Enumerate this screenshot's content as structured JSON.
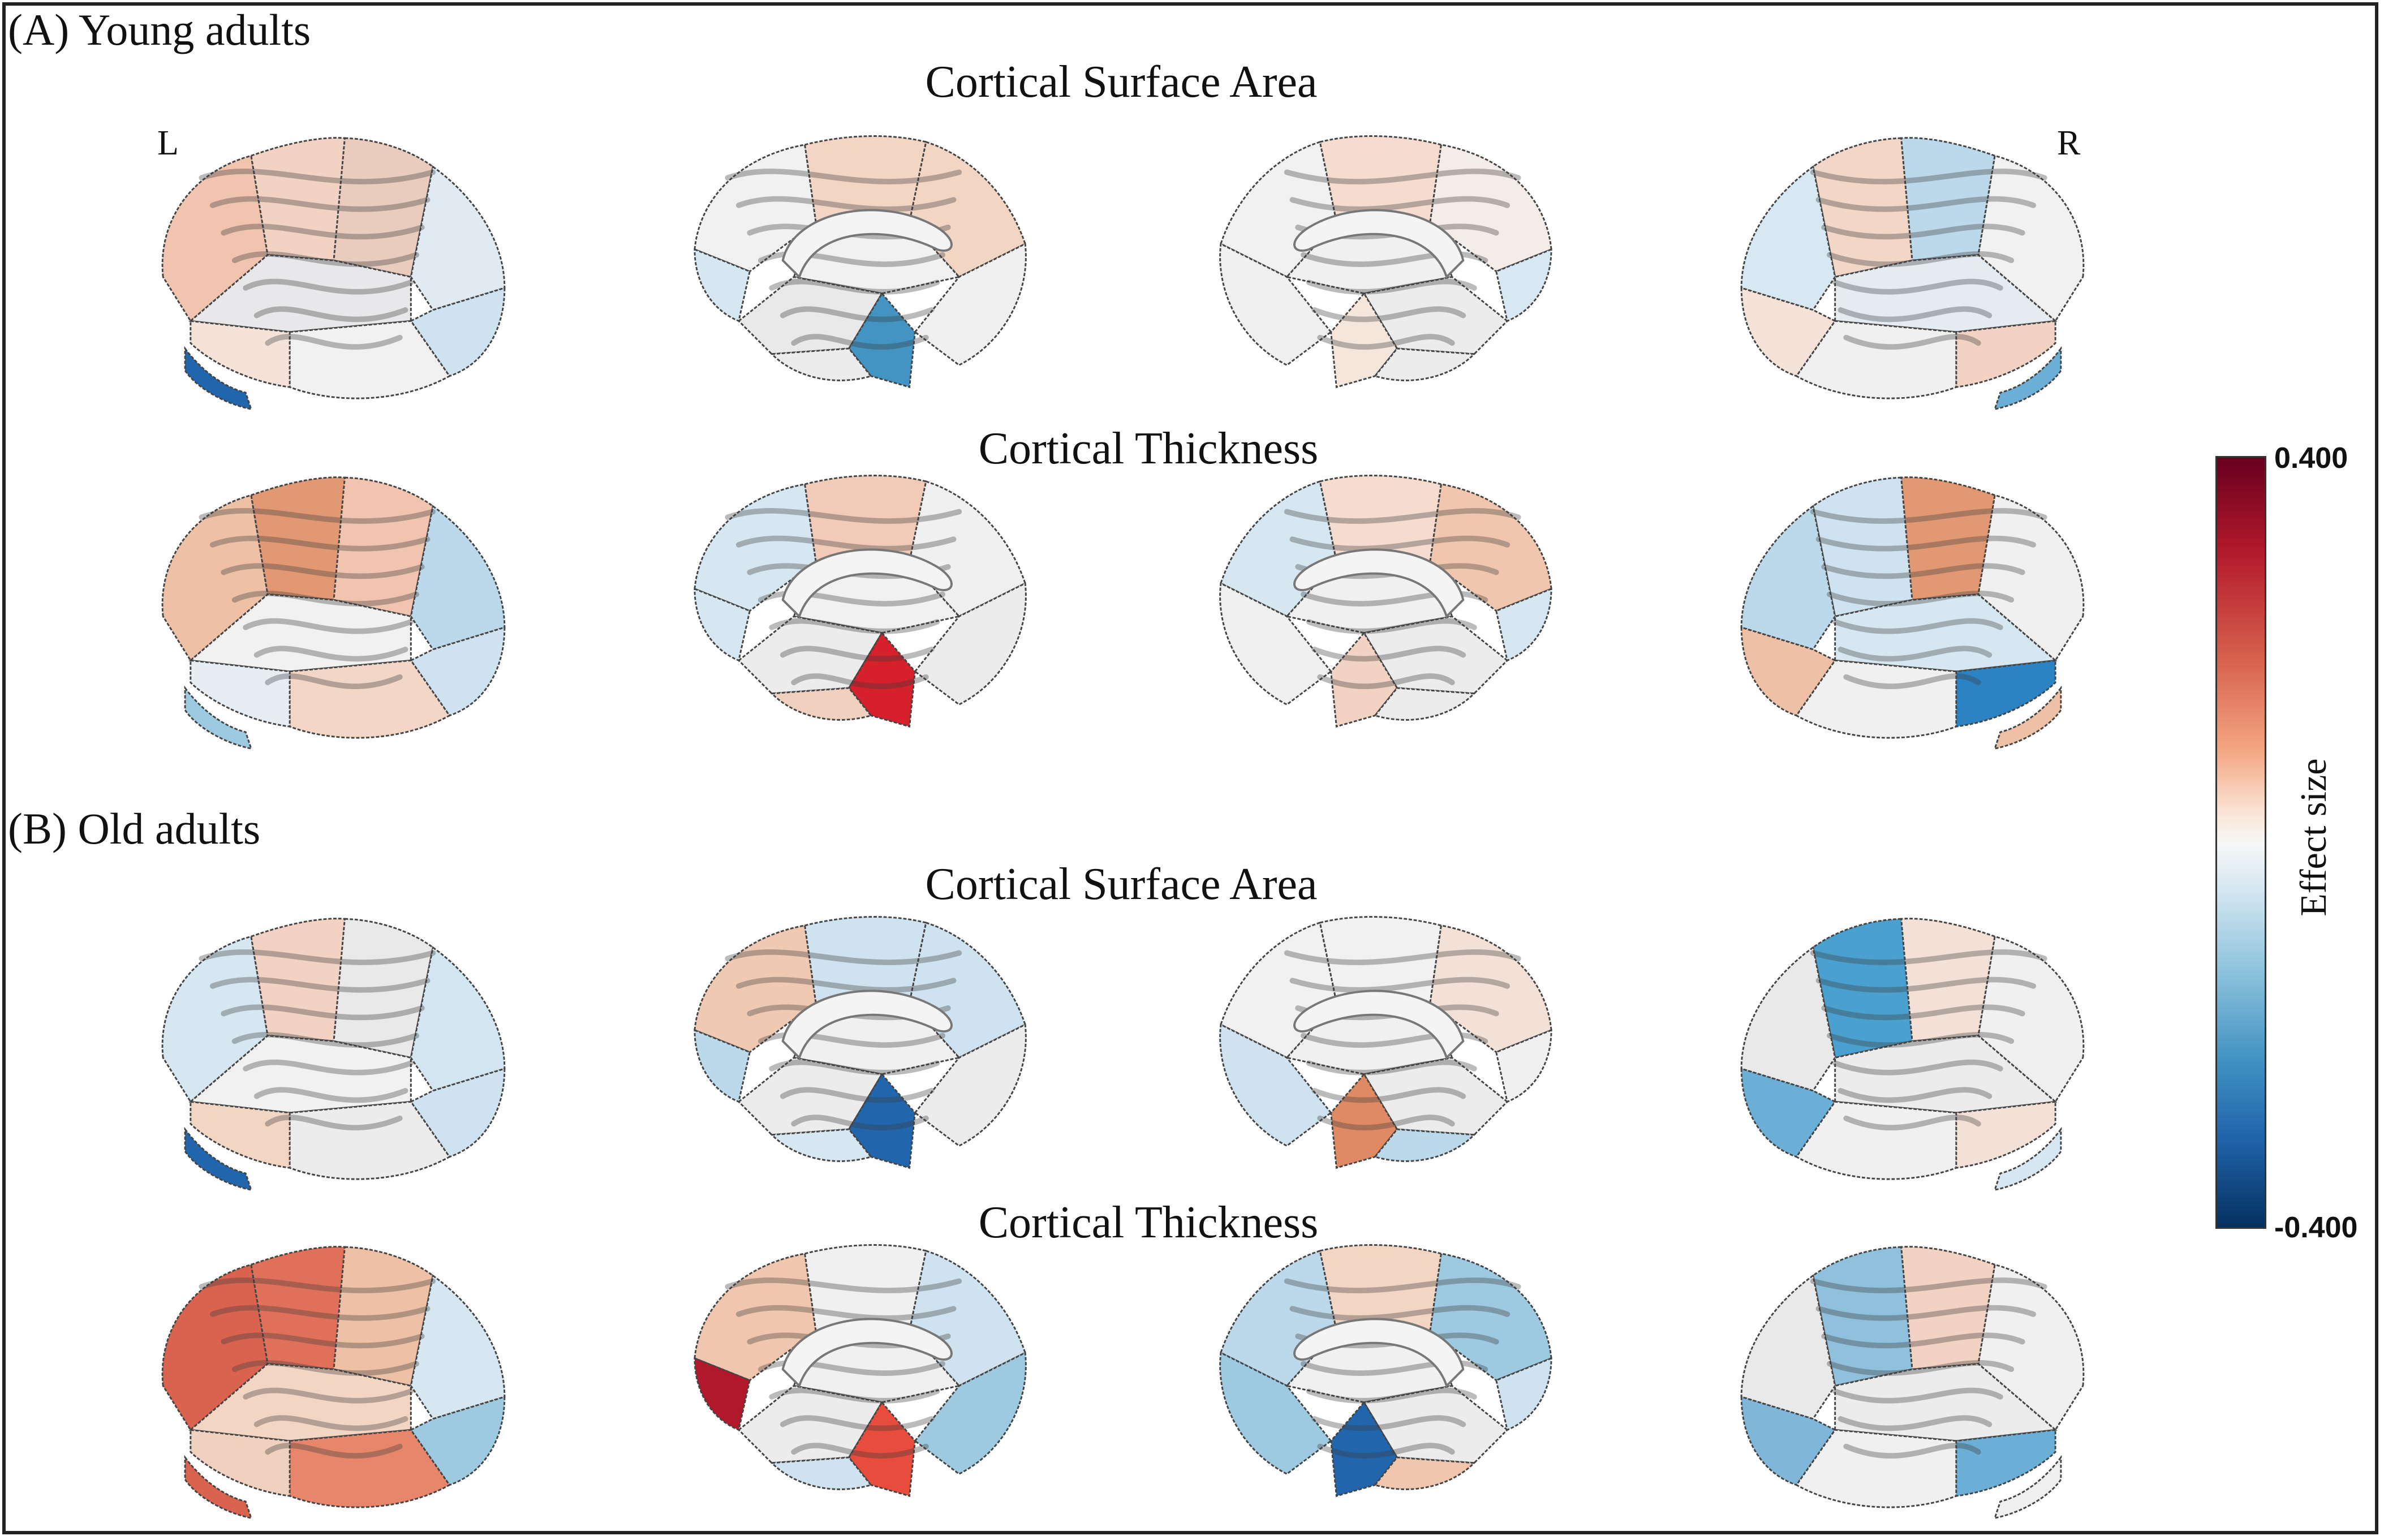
{
  "section_a": {
    "label": "(A) Young adults",
    "row1_title": "Cortical Surface Area",
    "row2_title": "Cortical Thickness"
  },
  "section_b": {
    "label": "(B) Old adults",
    "row1_title": "Cortical Surface Area",
    "row2_title": "Cortical Thickness"
  },
  "hemisphere_labels": {
    "left": "L",
    "right": "R"
  },
  "colorbar": {
    "title": "Effect size",
    "max_label": "0.400",
    "min_label": "-0.400",
    "colors": [
      "#67001f",
      "#b2182b",
      "#d6604d",
      "#f4a582",
      "#fbe3d4",
      "#f7f7f7",
      "#d6e7f1",
      "#92c5de",
      "#4393c3",
      "#2166ac",
      "#053061"
    ]
  },
  "brain_maps": [
    {
      "name": "young-area-left-lateral",
      "colors": [
        "#f0c4ae",
        "#f2d2c2",
        "#e9ccbd",
        "#dfeaf2",
        "#cfe2ef",
        "#e8e8ea",
        "#f1f1f1",
        "#f5e3da",
        "#2166ac"
      ]
    },
    {
      "name": "young-area-left-medial",
      "colors": [
        "#f1f1f1",
        "#f3d5c4",
        "#f3d5c4",
        "#d6e7f1",
        "#f1f1f1",
        "#e9e9e9",
        "#4393c3",
        "#f0f0f0",
        "#ececec"
      ]
    },
    {
      "name": "young-area-right-medial",
      "colors": [
        "#f3ece8",
        "#f5dccf",
        "#f1f1f1",
        "#d8e8f2",
        "#f0f0f0",
        "#ececec",
        "#f5e6dc",
        "#f0f0f0",
        "#ececec"
      ]
    },
    {
      "name": "young-area-right-lateral",
      "colors": [
        "#f1f1f1",
        "#bcd9eb",
        "#f2d6c6",
        "#d7e8f2",
        "#f5e3da",
        "#e4ebf1",
        "#f0f0f0",
        "#f2d2c2",
        "#6baed6"
      ]
    },
    {
      "name": "young-thick-left-lateral",
      "colors": [
        "#eec0a5",
        "#e39874",
        "#f0c4ae",
        "#bcd9eb",
        "#cfe2ef",
        "#f1f1f1",
        "#f2d6c6",
        "#e6eef4",
        "#9ecae1"
      ]
    },
    {
      "name": "young-thick-left-medial",
      "colors": [
        "#d6e7f1",
        "#f1cbb7",
        "#f0f0f0",
        "#d6e7f1",
        "#f1f1f1",
        "#ececec",
        "#d6202c",
        "#ececec",
        "#f0d0be"
      ]
    },
    {
      "name": "young-thick-right-medial",
      "colors": [
        "#f1c6ae",
        "#f5dccf",
        "#d6e7f1",
        "#d6e7f1",
        "#f0f0f0",
        "#ececec",
        "#f2d2c2",
        "#f0f0f0",
        "#ececec"
      ]
    },
    {
      "name": "young-thick-right-lateral",
      "colors": [
        "#f0f0f0",
        "#e39874",
        "#cfe2ef",
        "#bcd9eb",
        "#eec0a5",
        "#d6e7f1",
        "#f0f0f0",
        "#2c83c3",
        "#eec0a5"
      ]
    },
    {
      "name": "old-area-left-lateral",
      "colors": [
        "#d6e7f1",
        "#f2d2c2",
        "#e9e9e9",
        "#d2e5f0",
        "#cfe2ef",
        "#f1f1f1",
        "#ececec",
        "#f3d5c4",
        "#2166ac"
      ]
    },
    {
      "name": "old-area-left-medial",
      "colors": [
        "#f0c9b3",
        "#cfe2ef",
        "#cfe2ef",
        "#bcd9eb",
        "#f0f0f0",
        "#ececec",
        "#2166ac",
        "#ececec",
        "#d6e7f1"
      ]
    },
    {
      "name": "old-area-right-medial",
      "colors": [
        "#f3e0d6",
        "#f1f1f1",
        "#f1f1f1",
        "#f0f0f0",
        "#f0f0f0",
        "#ececec",
        "#e08a63",
        "#cfe2ef",
        "#bcd9eb"
      ]
    },
    {
      "name": "old-area-right-lateral",
      "colors": [
        "#f0f0f0",
        "#f3e0d6",
        "#4aa0cf",
        "#e9e9e9",
        "#6baed6",
        "#ececec",
        "#f0f0f0",
        "#f3e0d6",
        "#d6e7f1"
      ]
    },
    {
      "name": "old-thick-left-lateral",
      "colors": [
        "#d9634f",
        "#e1705a",
        "#eec0a5",
        "#d6e7f1",
        "#9ecae1",
        "#f3d5c4",
        "#e7866a",
        "#f0d0be",
        "#d9634f"
      ]
    },
    {
      "name": "old-thick-left-medial",
      "colors": [
        "#f1c6ae",
        "#f0f0f0",
        "#cfe2ef",
        "#b2182b",
        "#f0f0f0",
        "#ececec",
        "#e84c3d",
        "#9ecae1",
        "#cfe2ef"
      ]
    },
    {
      "name": "old-thick-right-medial",
      "colors": [
        "#9ecae1",
        "#f3d5c4",
        "#bcd9eb",
        "#cfe2ef",
        "#f0f0f0",
        "#ececec",
        "#2166ac",
        "#9ecae1",
        "#f1c6ae"
      ]
    },
    {
      "name": "old-thick-right-lateral",
      "colors": [
        "#f0f0f0",
        "#f2d2c2",
        "#8fc1dc",
        "#e9e9e9",
        "#7fb6d9",
        "#ececec",
        "#f0f0f0",
        "#6baed6",
        "#f0f0f0"
      ]
    }
  ]
}
